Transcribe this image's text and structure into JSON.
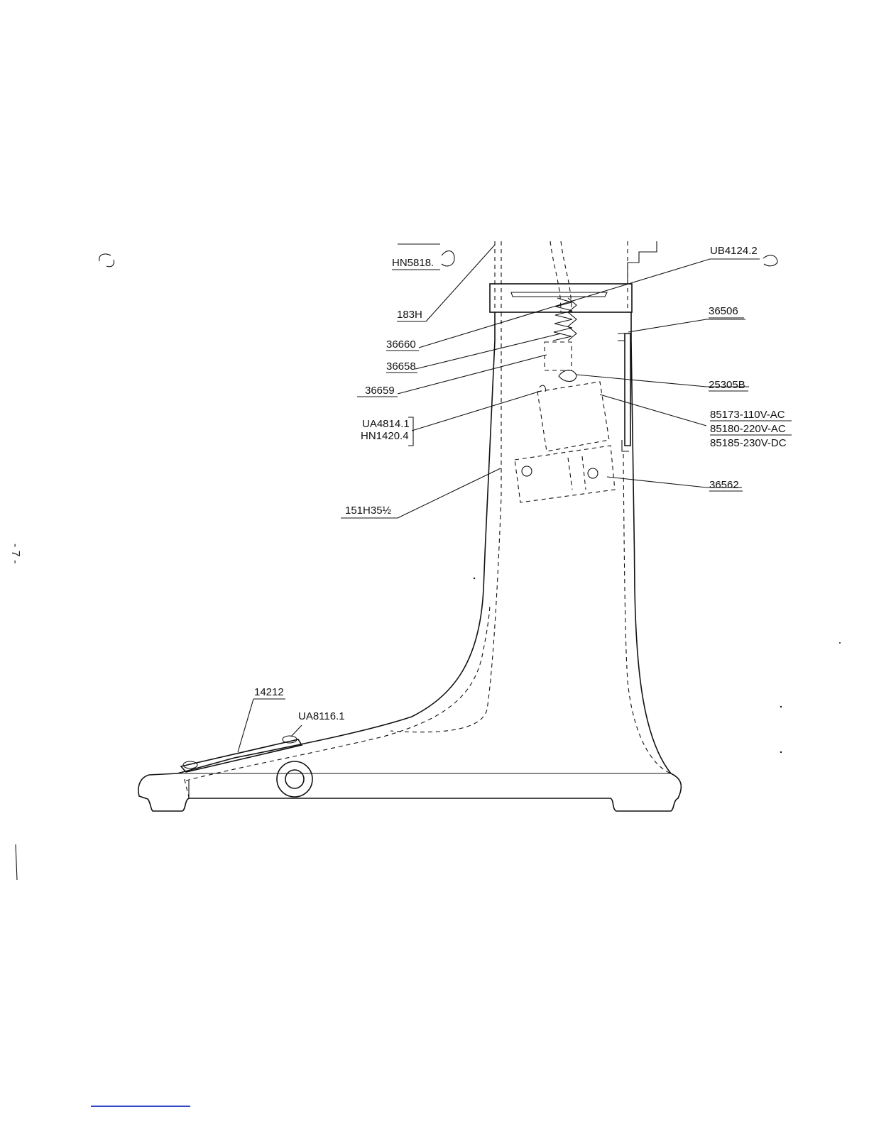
{
  "page_number": "- 7 -",
  "labels": {
    "hn5818": "HN5818.",
    "l183h": "183H",
    "ub4124": "UB4124.2",
    "l36660": "36660",
    "l36658": "36658",
    "l36659": "36659",
    "l36506": "36506",
    "l25305b": "25305B",
    "ua4814": "UA4814.1",
    "hn1420": "HN1420.4",
    "l85173": "85173-110V-AC",
    "l85180": "85180-220V-AC",
    "l85185": "85185-230V-DC",
    "l151h": "151H35½",
    "l36562": "36562",
    "l14212": "14212",
    "ua8116": "UA8116.1"
  }
}
